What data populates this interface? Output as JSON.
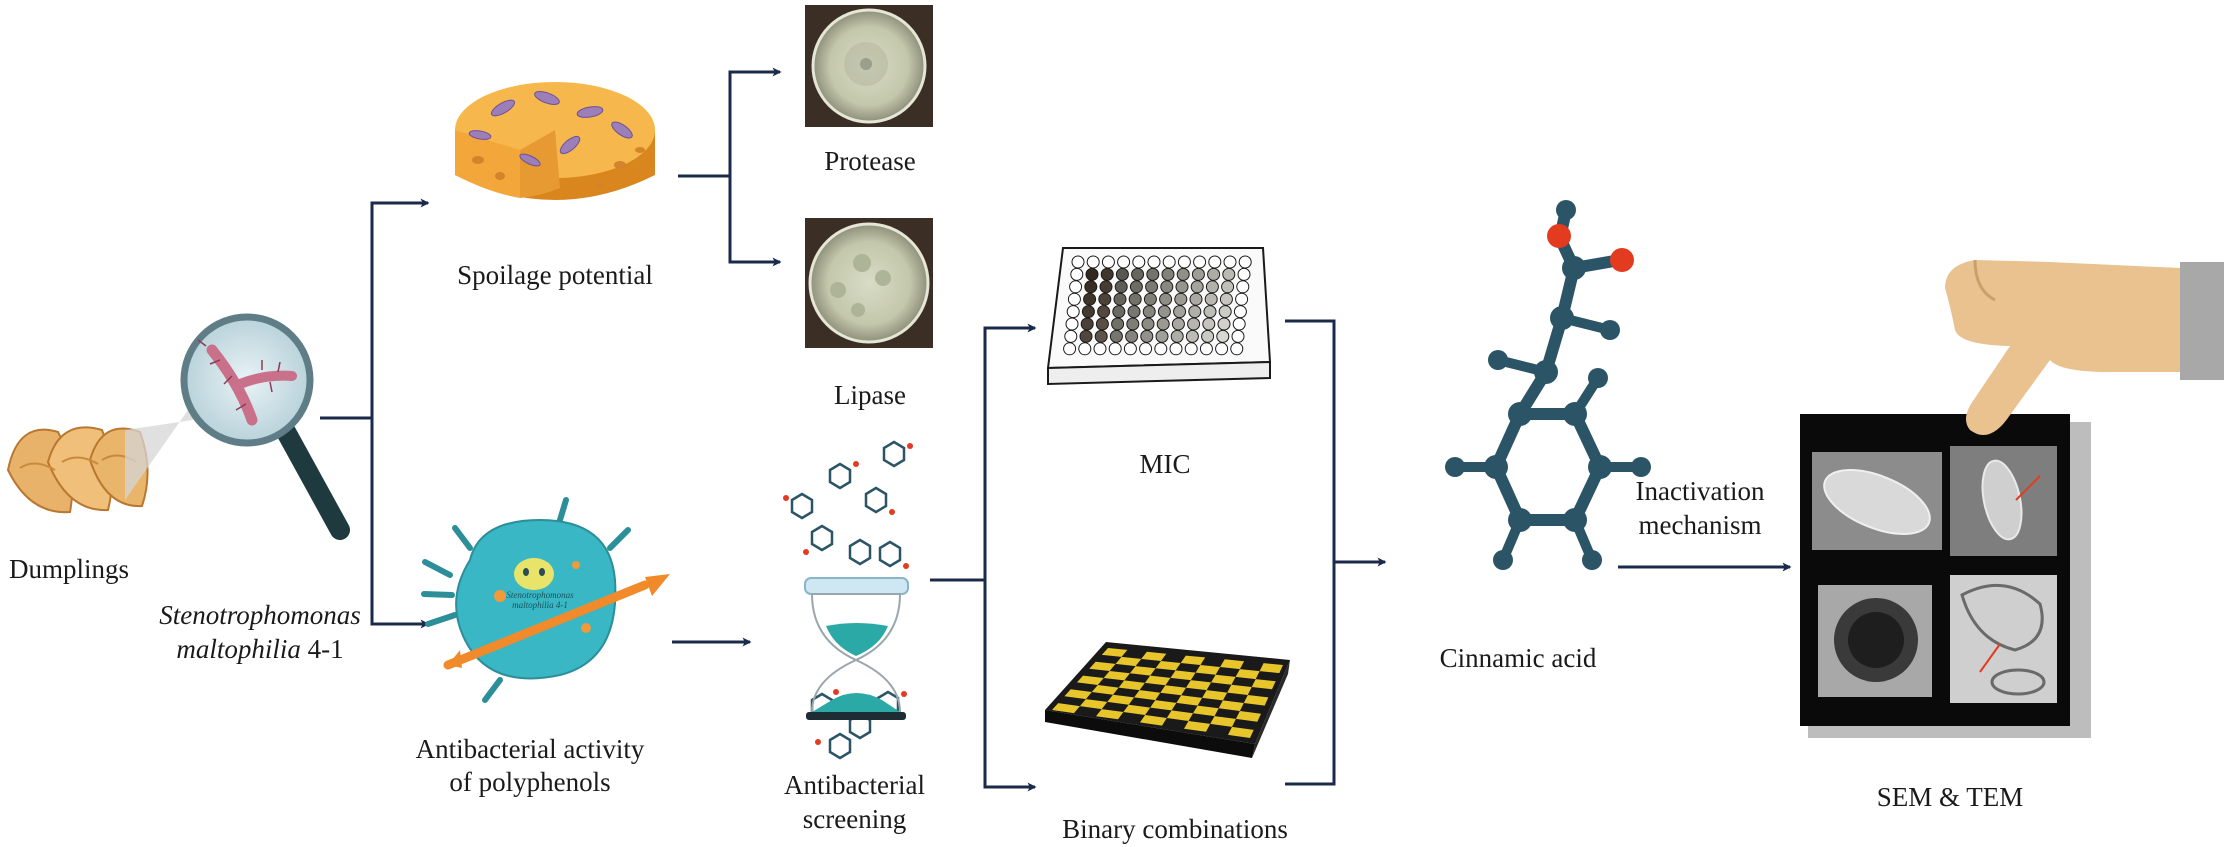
{
  "labels": {
    "dumplings": "Dumplings",
    "bacterium_line1": "Stenotrophomonas",
    "bacterium_line2_italic": "maltophilia",
    "bacterium_line2_strain": " 4-1",
    "spoilage": "Spoilage potential",
    "protease": "Protease",
    "lipase": "Lipase",
    "antibacterial_activity_line1": "Antibacterial activity",
    "antibacterial_activity_line2": "of polyphenols",
    "screening_line1": "Antibacterial",
    "screening_line2": "screening",
    "mic": "MIC",
    "binary": "Binary combinations",
    "cinnamic": "Cinnamic acid",
    "inactivation_line1": "Inactivation",
    "inactivation_line2": "mechanism",
    "sem_tem": "SEM & TEM",
    "microbe_caption_line1": "Stenotrophomonas",
    "microbe_caption_line2": "maltophilia 4-1"
  },
  "colors": {
    "arrow": "#1b2a4a",
    "cheese": "#f3a73b",
    "cheese_dark": "#d9861f",
    "microbe": "#3ab7c4",
    "molecule": "#2b5566",
    "oxygen": "#e33b1f",
    "hand": "#e9c28f",
    "checker": "#e8c52a"
  }
}
